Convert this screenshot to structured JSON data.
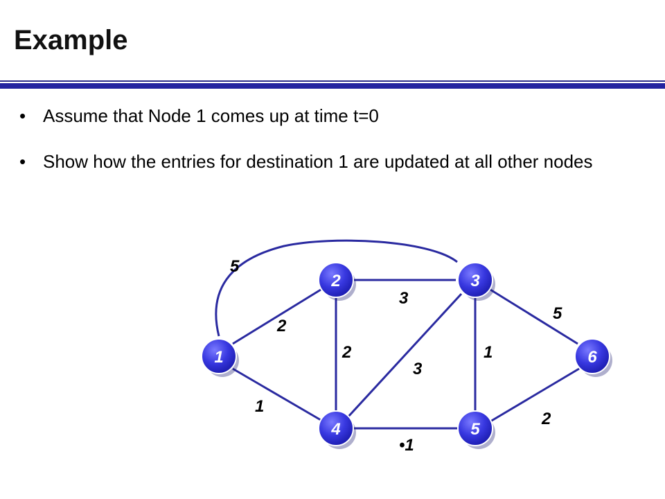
{
  "title": "Example",
  "bullets": [
    {
      "marker": "•",
      "text": "Assume that Node 1 comes up at time t=0"
    },
    {
      "marker": "•",
      "text": "Show how the entries for destination 1 are updated at all other nodes"
    }
  ],
  "colors": {
    "accent": "#2323a0",
    "node_fill": "#3a3ae0",
    "edge": "#2a2aa0"
  },
  "graph": {
    "nodes": [
      {
        "id": "n1",
        "label": "1"
      },
      {
        "id": "n2",
        "label": "2"
      },
      {
        "id": "n3",
        "label": "3"
      },
      {
        "id": "n4",
        "label": "4"
      },
      {
        "id": "n5",
        "label": "5"
      },
      {
        "id": "n6",
        "label": "6"
      }
    ],
    "edges": [
      {
        "from": "1",
        "to": "2",
        "weight": "2"
      },
      {
        "from": "1",
        "to": "3",
        "weight": "5"
      },
      {
        "from": "1",
        "to": "4",
        "weight": "1"
      },
      {
        "from": "2",
        "to": "3",
        "weight": "3"
      },
      {
        "from": "2",
        "to": "4",
        "weight": "2"
      },
      {
        "from": "3",
        "to": "4",
        "weight": "3"
      },
      {
        "from": "3",
        "to": "5",
        "weight": "1"
      },
      {
        "from": "3",
        "to": "6",
        "weight": "5"
      },
      {
        "from": "4",
        "to": "5",
        "weight": "•1"
      },
      {
        "from": "5",
        "to": "6",
        "weight": "2"
      }
    ]
  }
}
